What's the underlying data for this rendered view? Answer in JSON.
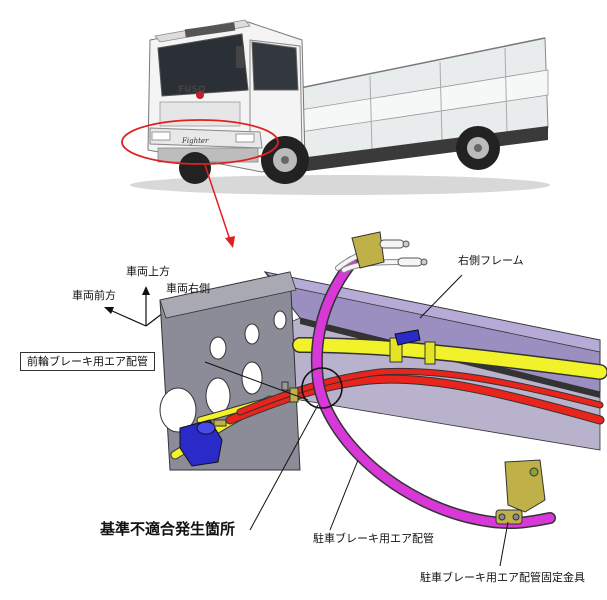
{
  "labels": {
    "vehicle_up": "車両上方",
    "vehicle_front": "車両前方",
    "vehicle_right": "車両右側",
    "right_frame": "右側フレーム",
    "front_brake_pipe": "前輪ブレーキ用エア配管",
    "nonconformity_location": "基準不適合発生箇所",
    "parking_brake_pipe": "駐車ブレーキ用エア配管",
    "parking_brake_bracket": "駐車ブレーキ用エア配管固定金具"
  },
  "truck": {
    "brand_badge": "FUSO",
    "model_badge": "Fighter"
  },
  "colors": {
    "callout_red": "#e0201e",
    "frame_purple": "#9a8fc0",
    "frame_panel": "#8a8a9a",
    "yellow_pipe": "#f2f22a",
    "red_pipe": "#e8241c",
    "magenta_pipe": "#d838d8",
    "valve_blue": "#2a2ac8",
    "bracket_olive": "#c0b048"
  }
}
